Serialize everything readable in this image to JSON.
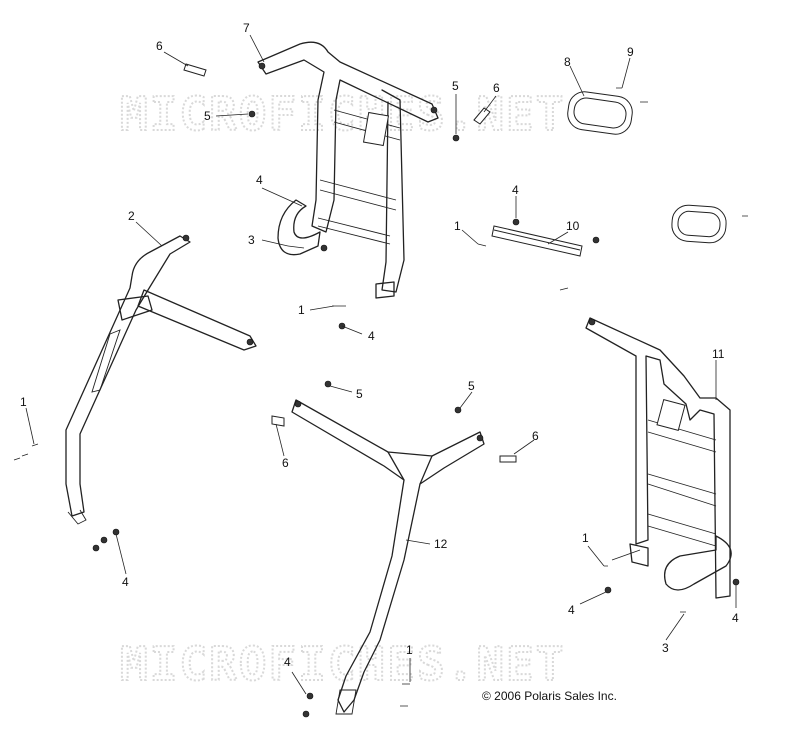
{
  "watermark": "MICROFICHES.NET",
  "copyright": "© 2006 Polaris Sales Inc.",
  "callouts": {
    "c7": "7",
    "c6a": "6",
    "c5a": "5",
    "c5b": "5",
    "c6b": "6",
    "c8": "8",
    "c9": "9",
    "c4a": "4",
    "c3a": "3",
    "c1a": "1",
    "c4b": "4",
    "c2": "2",
    "c4c": "4",
    "c1b": "1",
    "c10": "10",
    "c11": "11",
    "c1c": "1",
    "c4d": "4",
    "c5c": "5",
    "c5d": "5",
    "c6c": "6",
    "c6d": "6",
    "c12": "12",
    "c1d": "1",
    "c4e": "4",
    "c4f": "4",
    "c3b": "3",
    "c4g": "4",
    "c1e": "1"
  }
}
